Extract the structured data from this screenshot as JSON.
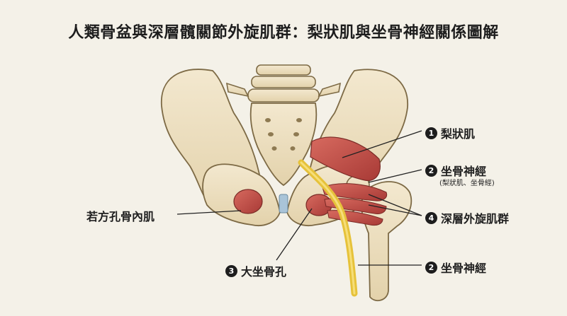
{
  "title": "人類骨盆與深層髖關節外旋肌群：梨狀肌與坐骨神經關係圖解",
  "labels": {
    "piriformis": {
      "number": "1",
      "text": "梨狀肌"
    },
    "sciatic_upper": {
      "number": "2",
      "text": "坐骨神經",
      "note": "(梨狀肌、坐骨經)"
    },
    "deep_rotators": {
      "number": "4",
      "text": "深層外旋肌群"
    },
    "sciatic_lower": {
      "number": "2",
      "text": "坐骨神經"
    },
    "greater_sciatic_foramen": {
      "number": "3",
      "text": "大坐骨孔"
    },
    "obturator_internus": {
      "text": "若方孔骨內肌"
    }
  },
  "colors": {
    "bone": "#efe3c6",
    "bone_outline": "#7d6a45",
    "muscle": "#c7524a",
    "nerve": "#e6c23a",
    "background": "#f4f1e8"
  }
}
